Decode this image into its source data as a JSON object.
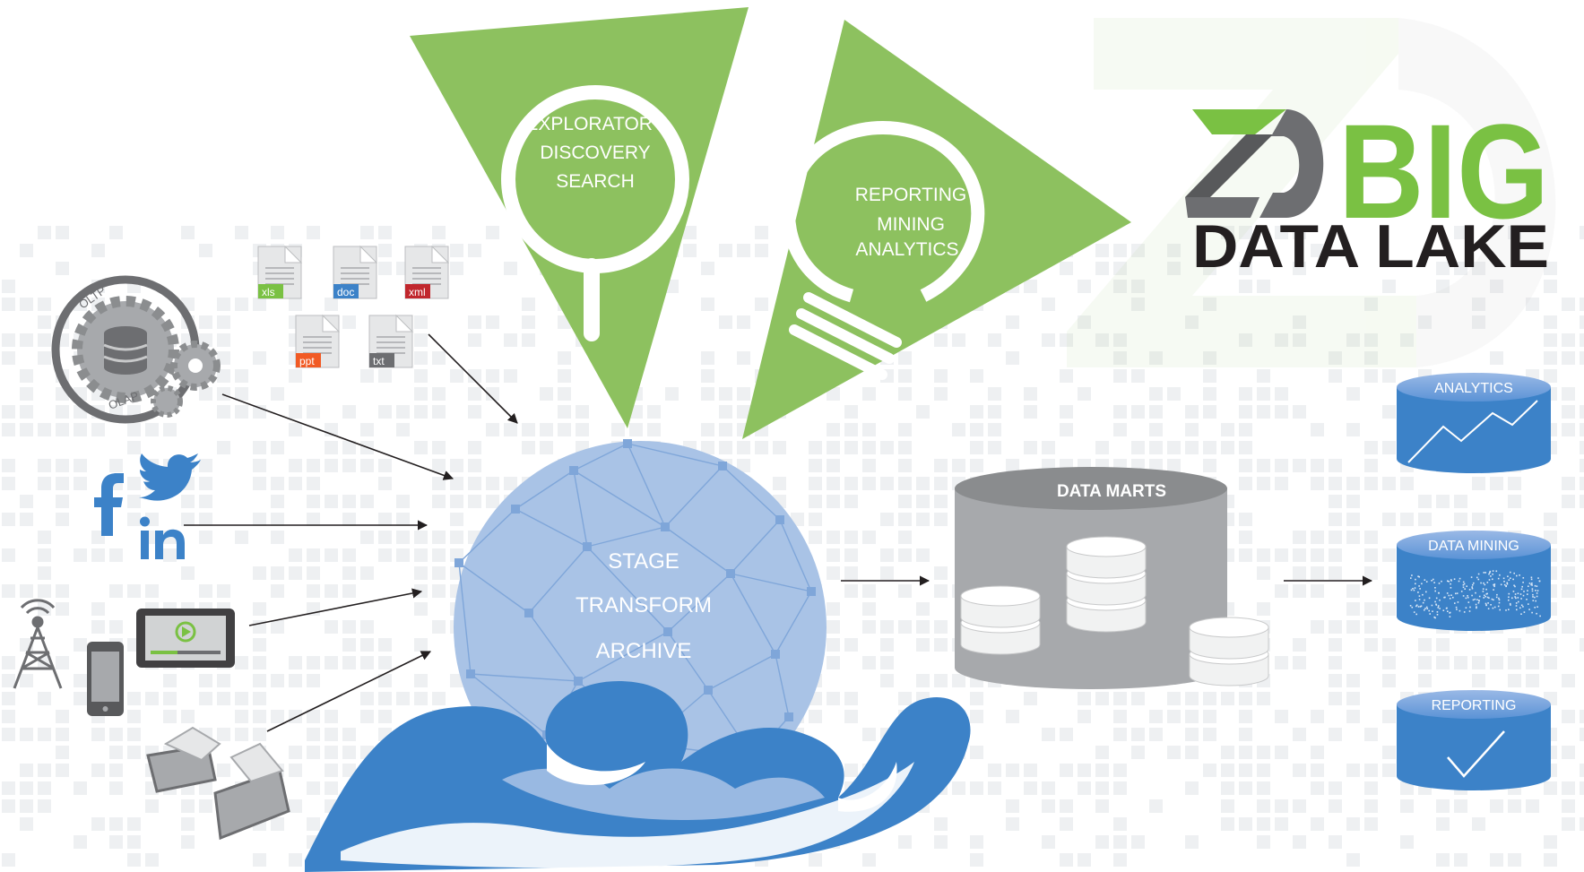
{
  "logo": {
    "big": "BIG",
    "data_lake": "DATA LAKE",
    "colors": {
      "green": "#7ac143",
      "dark": "#231f20",
      "grey": "#6d6e71"
    }
  },
  "funnels": {
    "search": {
      "lines": [
        "EXPLORATORY",
        "DISCOVERY",
        "SEARCH"
      ],
      "icon": "magnifier-icon"
    },
    "insight": {
      "lines": [
        "REPORTING",
        "MINING",
        "ANALYTICS"
      ],
      "icon": "lightbulb-icon"
    }
  },
  "sources": {
    "olap_gear": {
      "top_label": "OLTP",
      "bottom_label": "OLAP"
    },
    "files": [
      "xls",
      "doc",
      "xml",
      "ppt",
      "txt"
    ],
    "social": [
      "facebook-icon",
      "twitter-icon",
      "linkedin-icon"
    ],
    "devices": [
      "antenna-tower-icon",
      "smartphone-icon",
      "tablet-video-icon"
    ],
    "folders": "folders-icon"
  },
  "lake": {
    "lines": [
      "STAGE",
      "TRANSFORM",
      "ARCHIVE"
    ]
  },
  "marts": {
    "title": "DATA MARTS"
  },
  "outputs": [
    {
      "label": "ANALYTICS",
      "icon": "line-chart-icon"
    },
    {
      "label": "DATA MINING",
      "icon": "scatter-dots-icon"
    },
    {
      "label": "REPORTING",
      "icon": "checkmark-icon"
    }
  ],
  "colors": {
    "green": "#8dc15f",
    "blue": "#3c82c8",
    "sphere": "#a9c3e6",
    "grey": "#a7a9ac"
  }
}
